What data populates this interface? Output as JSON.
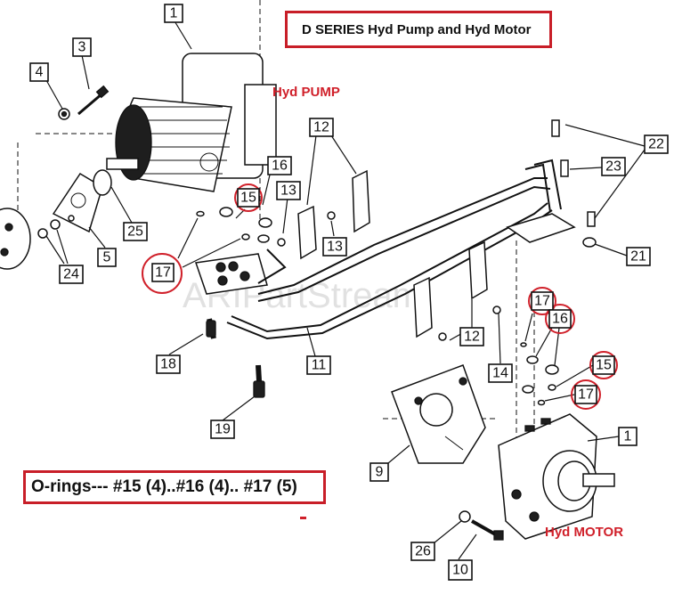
{
  "title": "D SERIES Hyd Pump and Hyd Motor",
  "labels": {
    "pump": "Hyd PUMP",
    "motor": "Hyd MOTOR",
    "watermark": "ARIPartStream"
  },
  "note": "O-rings--- #15 (4)..#16 (4).. #17 (5)",
  "callouts": [
    "1",
    "3",
    "4",
    "16",
    "15",
    "13",
    "12",
    "25",
    "5",
    "24",
    "17",
    "13",
    "23",
    "22",
    "21",
    "18",
    "11",
    "12",
    "17",
    "16",
    "14",
    "15",
    "17",
    "19",
    "9",
    "1",
    "26",
    "10"
  ],
  "highlighted_parts": [
    "15",
    "16",
    "17"
  ],
  "colors": {
    "accent_red": "#d0202a",
    "ink": "#111111"
  }
}
